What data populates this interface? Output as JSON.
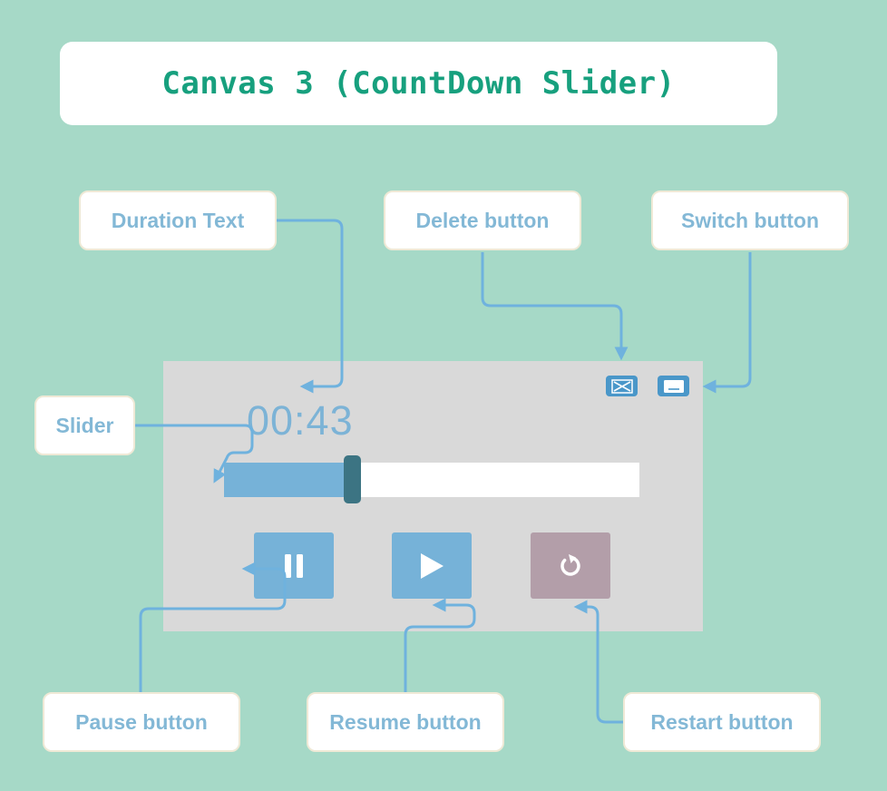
{
  "title": "Canvas 3 (CountDown Slider)",
  "labels": {
    "duration_text": "Duration Text",
    "delete_button": "Delete button",
    "switch_button": "Switch button",
    "slider": "Slider",
    "pause_button": "Pause button",
    "resume_button": "Resume button",
    "restart_button": "Restart button"
  },
  "widget": {
    "duration": "00:43",
    "slider_progress": 0.31
  },
  "colors": {
    "background": "#a6d9c7",
    "title_text": "#17a07e",
    "label_text": "#83b8d6",
    "arrow": "#6fb2de",
    "panel": "#d9d9d9",
    "button_blue": "#76b2d8",
    "button_restart": "#b39ea9",
    "slider_thumb": "#3c7483"
  },
  "icons": {
    "delete": "close-x-icon",
    "switch": "minimize-window-icon",
    "pause": "pause-icon",
    "resume": "play-icon",
    "restart": "restart-icon"
  }
}
